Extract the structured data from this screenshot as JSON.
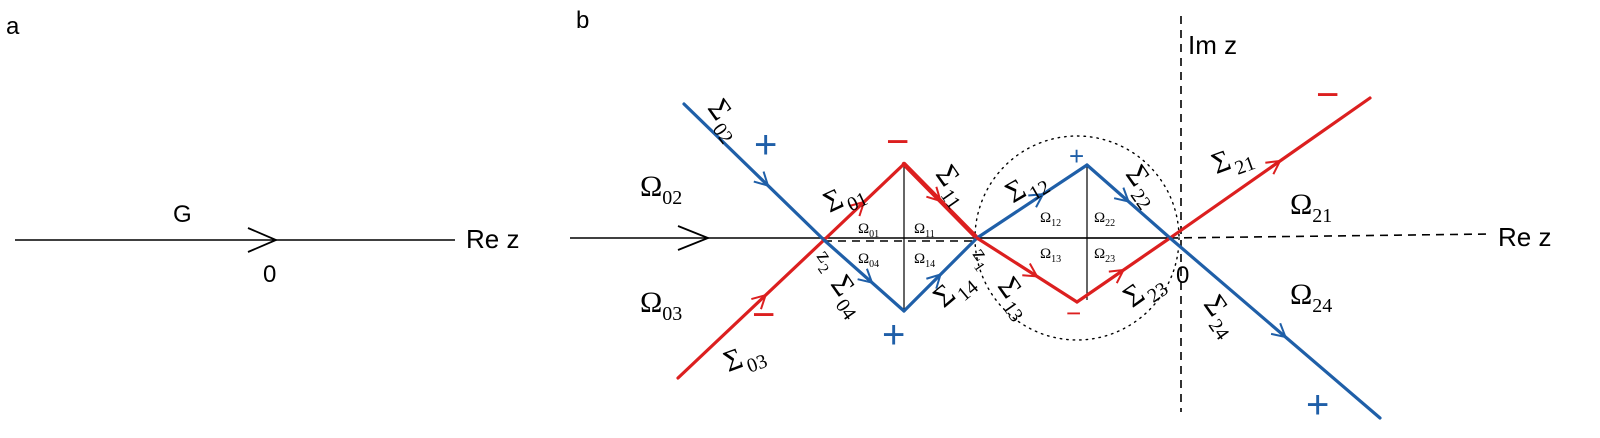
{
  "panel_a": {
    "letter": "a",
    "contour_label": "G",
    "origin_label": "0",
    "axis_label": "Re z"
  },
  "panel_b": {
    "letter": "b",
    "re_axis_label": "Re z",
    "im_axis_label": "Im z",
    "origin_label": "0",
    "z1_label": "z",
    "z1_sub": "1",
    "z2_label": "z",
    "z2_sub": "2",
    "sigma": {
      "s02": "02",
      "s01": "01",
      "s11": "11",
      "s12": "12",
      "s22": "22",
      "s21": "21",
      "s03": "03",
      "s04": "04",
      "s14": "14",
      "s13": "13",
      "s23": "23",
      "s24": "24"
    },
    "omega_big": {
      "o02": "02",
      "o03": "03",
      "o21": "21",
      "o24": "24"
    },
    "omega_small": {
      "o01": "01",
      "o04": "04",
      "o11": "11",
      "o14": "14",
      "o12": "12",
      "o22": "22",
      "o13": "13",
      "o23": "23"
    },
    "signs": {
      "plus": "+",
      "minus": "−"
    },
    "colors": {
      "red": "#dc1f1f",
      "blue": "#1f5fa8",
      "black": "#000000"
    }
  }
}
